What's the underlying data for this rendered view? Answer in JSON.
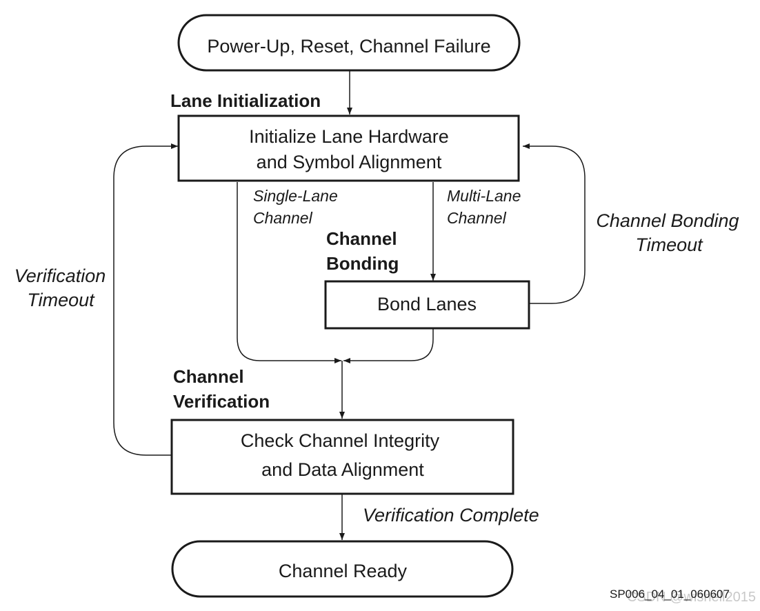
{
  "nodes": {
    "start": {
      "label": "Power-Up, Reset, Channel Failure"
    },
    "init": {
      "line1": "Initialize Lane Hardware",
      "line2": "and Symbol Alignment"
    },
    "bond": {
      "label": "Bond Lanes"
    },
    "check": {
      "line1": "Check Channel Integrity",
      "line2": "and Data Alignment"
    },
    "ready": {
      "label": "Channel Ready"
    }
  },
  "phases": {
    "lane_init": "Lane Initialization",
    "bonding_line1": "Channel",
    "bonding_line2": "Bonding",
    "verification_line1": "Channel",
    "verification_line2": "Verification"
  },
  "edges": {
    "single_lane_line1": "Single-Lane",
    "single_lane_line2": "Channel",
    "multi_lane_line1": "Multi-Lane",
    "multi_lane_line2": "Channel",
    "bonding_timeout_line1": "Channel Bonding",
    "bonding_timeout_line2": "Timeout",
    "verification_timeout_line1": "Verification",
    "verification_timeout_line2": "Timeout",
    "verification_complete": "Verification Complete"
  },
  "figure_id": "SP006_04_01_060607",
  "watermark": "CSDN @wishell2015"
}
